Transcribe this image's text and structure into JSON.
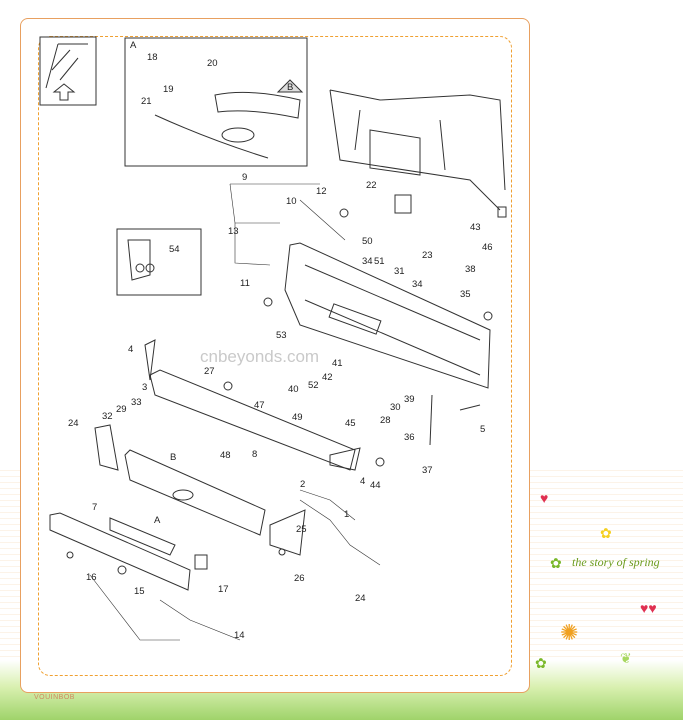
{
  "watermark": "cnbeyonds.com",
  "decoration": {
    "slogan": "the story of spring",
    "brand": "VOUINBOB"
  },
  "detail_labels": {
    "top_box": "A",
    "ref_b": "B",
    "grille_ref": "A"
  },
  "parts": [
    "1",
    "2",
    "3",
    "4",
    "5",
    "7",
    "8",
    "9",
    "10",
    "11",
    "12",
    "13",
    "14",
    "15",
    "16",
    "17",
    "18",
    "19",
    "20",
    "21",
    "22",
    "23",
    "24",
    "25",
    "26",
    "27",
    "28",
    "29",
    "30",
    "31",
    "32",
    "33",
    "34",
    "35",
    "36",
    "37",
    "38",
    "39",
    "40",
    "41",
    "42",
    "43",
    "44",
    "45",
    "46",
    "47",
    "48",
    "49",
    "50",
    "51",
    "52",
    "53",
    "54"
  ],
  "colors": {
    "frame": "#e8a060",
    "dashed": "#f0a030",
    "line": "#333333",
    "text": "#222222"
  }
}
